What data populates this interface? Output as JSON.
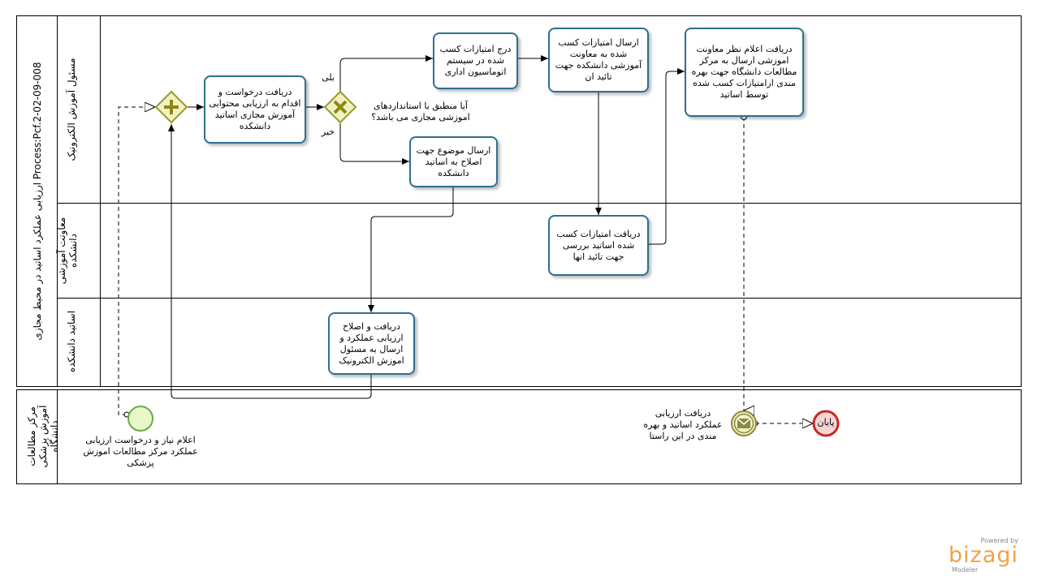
{
  "process_title": "ارزیابی عملکرد اساتید در محیط مجازی Process:Pcf.2-02-09-008",
  "lanes": {
    "lane1": "مسئول آموزش الکترونیک",
    "lane2": "معاونت آموزشی دانشکده",
    "lane3": "اساتید دانشکده",
    "pool2": "مرکز مطالعات آموزش پزشکی دانشگاه"
  },
  "tasks": {
    "t_receive_request": "دریافت درخواست و اقدام به ارزیابی محتوایی آموزش مجازی اساتید دانشکده",
    "t_enter_scores": "درج امتیازات کسب شده در سیستم اتوماسیون اداری",
    "t_send_scores": "ارسال امتیازات کسب شده به معاونت آموزشی دانشکده جهت تائید ان",
    "t_receive_opinion": "دریافت اعلام نظر معاونت اموزشی ارسال به مرکز مطالعات دانشگاه جهت بهره مندی ازامتیازات کسب شده توسط اساتید",
    "t_send_correction": "ارسال موضوع جهت اصلاح به اساتید دانشکده",
    "t_review_scores": "دریافت امتیازات کسب شده اساتید بررسی جهت تائید انها",
    "t_faculty_correct": "دریافت و اصلاح ارزیابی عملکرد و ارسال به مسئول اموزش الکترونیک"
  },
  "gateway": {
    "question": "آیا منطبق با استانداردهای اموزشی مجازی می باشد؟",
    "yes": "بلی",
    "no": "خیر"
  },
  "events": {
    "start_label": "اعلام نیاز و درخواست ارزیابی عملکرد مرکز مطالعات اموزش پزشکی",
    "message_label": "دریافت ارزیابی عملکرد اساتید و بهره مندی در این راستا",
    "end_label": "پایان"
  },
  "branding": {
    "powered_by": "Powered by",
    "name": "bizagi",
    "sub": "Modeler",
    "color": "#f0a24a"
  },
  "colors": {
    "task_border": "#2d6f93",
    "gateway_fill": "#f2f0c2",
    "gateway_border": "#9a9a2a",
    "start_fill": "#e8f7c8",
    "start_border": "#6aa84f",
    "end_fill": "#f7d5d5",
    "end_border": "#c62828"
  }
}
